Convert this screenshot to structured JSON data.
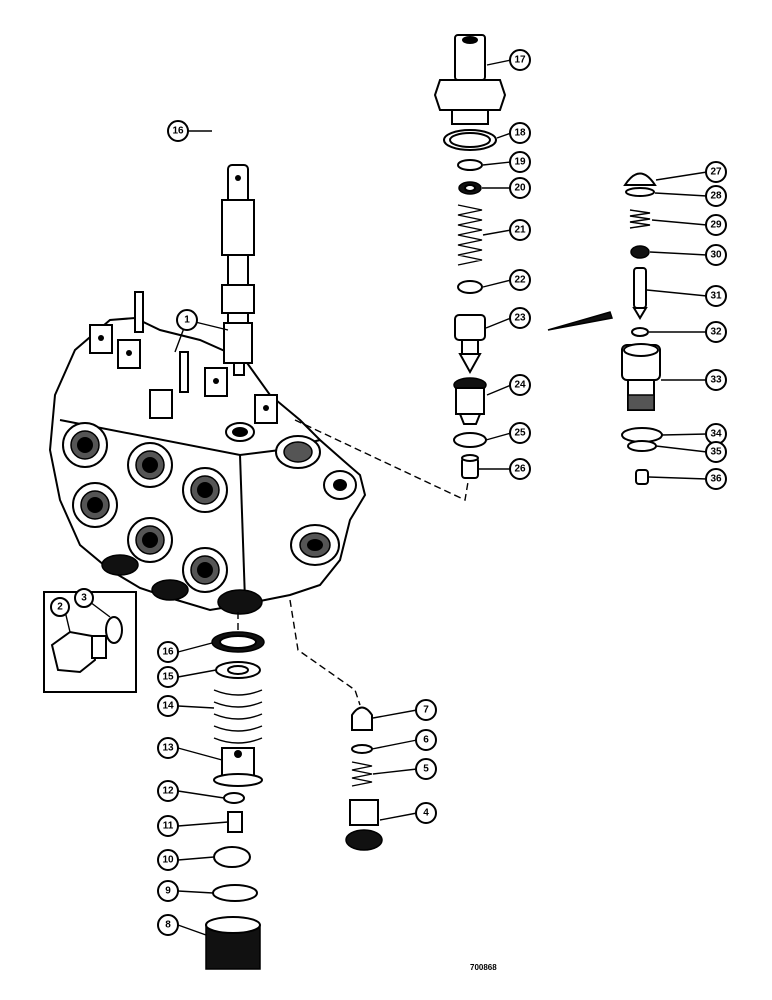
{
  "drawing_code": "700868",
  "callouts": [
    {
      "id": "c1",
      "label": "1"
    },
    {
      "id": "c2",
      "label": "2"
    },
    {
      "id": "c3",
      "label": "3"
    },
    {
      "id": "c4",
      "label": "4"
    },
    {
      "id": "c5",
      "label": "5"
    },
    {
      "id": "c6",
      "label": "6"
    },
    {
      "id": "c7",
      "label": "7"
    },
    {
      "id": "c8",
      "label": "8"
    },
    {
      "id": "c9",
      "label": "9"
    },
    {
      "id": "c10",
      "label": "10"
    },
    {
      "id": "c11",
      "label": "11"
    },
    {
      "id": "c12",
      "label": "12"
    },
    {
      "id": "c13",
      "label": "13"
    },
    {
      "id": "c14",
      "label": "14"
    },
    {
      "id": "c15",
      "label": "15"
    },
    {
      "id": "c16a",
      "label": "16"
    },
    {
      "id": "c16b",
      "label": "16"
    },
    {
      "id": "c17",
      "label": "17"
    },
    {
      "id": "c18",
      "label": "18"
    },
    {
      "id": "c19",
      "label": "19"
    },
    {
      "id": "c20",
      "label": "20"
    },
    {
      "id": "c21",
      "label": "21"
    },
    {
      "id": "c22",
      "label": "22"
    },
    {
      "id": "c23",
      "label": "23"
    },
    {
      "id": "c24",
      "label": "24"
    },
    {
      "id": "c25",
      "label": "25"
    },
    {
      "id": "c26",
      "label": "26"
    },
    {
      "id": "c27",
      "label": "27"
    },
    {
      "id": "c28",
      "label": "28"
    },
    {
      "id": "c29",
      "label": "29"
    },
    {
      "id": "c30",
      "label": "30"
    },
    {
      "id": "c31",
      "label": "31"
    },
    {
      "id": "c32",
      "label": "32"
    },
    {
      "id": "c33",
      "label": "33"
    },
    {
      "id": "c34",
      "label": "34"
    },
    {
      "id": "c35",
      "label": "35"
    },
    {
      "id": "c36",
      "label": "36"
    }
  ]
}
